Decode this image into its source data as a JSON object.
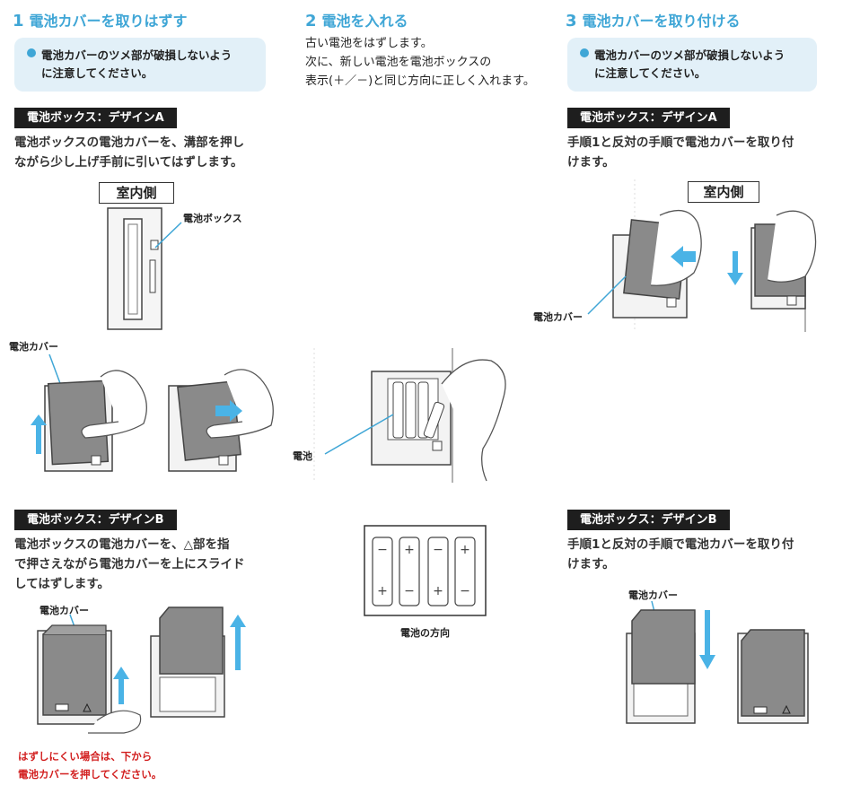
{
  "step1": {
    "number": "1",
    "title": "電池カバーを取りはずす",
    "note_line1": "電池カバーのツメ部が破損しないよう",
    "note_line2": "に注意してください。",
    "design_a_header": "電池ボックス：デザインA",
    "design_a_text1": "電池ボックスの電池カバーを、溝部を押し",
    "design_a_text2": "ながら少し上げ手前に引いてはずします。",
    "indoor_label": "室内側",
    "battery_box_label": "電池ボックス",
    "battery_cover_label": "電池カバー",
    "design_b_header": "電池ボックス：デザインB",
    "design_b_text1": "電池ボックスの電池カバーを、△部を指",
    "design_b_text2": "で押さえながら電池カバーを上にスライド",
    "design_b_text3": "してはずします。",
    "design_b_cover_label": "電池カバー",
    "warning_line1": "はずしにくい場合は、下から",
    "warning_line2": "電池カバーを押してください。"
  },
  "step2": {
    "number": "2",
    "title": "電池を入れる",
    "text1": "古い電池をはずします。",
    "text2": "次に、新しい電池を電池ボックスの",
    "text3": "表示(＋／－)と同じ方向に正しく入れます。",
    "battery_label": "電池",
    "direction_label": "電池の方向"
  },
  "step3": {
    "number": "3",
    "title": "電池カバーを取り付ける",
    "note_line1": "電池カバーのツメ部が破損しないよう",
    "note_line2": "に注意してください。",
    "design_a_header": "電池ボックス：デザインA",
    "design_a_text1": "手順1と反対の手順で電池カバーを取り付",
    "design_a_text2": "けます。",
    "indoor_label": "室内側",
    "battery_cover_label": "電池カバー",
    "design_b_header": "電池ボックス：デザインB",
    "design_b_text1": "手順1と反対の手順で電池カバーを取り付",
    "design_b_text2": "けます。",
    "design_b_cover_label": "電池カバー"
  },
  "colors": {
    "accent": "#3fa6d6",
    "note_bg": "#e2f0f8",
    "header_bg": "#1e1e1e",
    "warning": "#d21f1f",
    "arrow": "#4ab3e6",
    "cover": "#8a8a8a"
  },
  "icons": [
    "step-number-icon",
    "bullet-dot-icon",
    "up-arrow-icon",
    "right-arrow-icon",
    "down-arrow-icon",
    "left-arrow-icon",
    "hand-illustration",
    "battery-box-illustration"
  ]
}
